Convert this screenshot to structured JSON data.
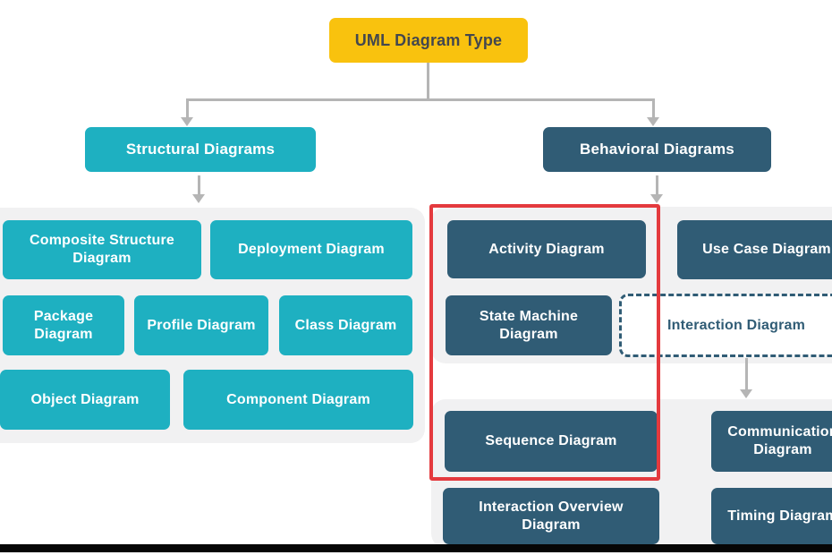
{
  "colors": {
    "root-fill": "#F9C20E",
    "root-text": "#43474E",
    "teal": "#1EB0C1",
    "dark": "#305C75",
    "panel": "#F1F1F2",
    "connector": "#B5B5B5",
    "highlight": "#E43A3E",
    "bar": "#060606"
  },
  "diagram": {
    "root": {
      "label": "UML Diagram Type"
    },
    "structural": {
      "label": "Structural Diagrams",
      "items": [
        {
          "label": "Composite Structure Diagram"
        },
        {
          "label": "Deployment Diagram"
        },
        {
          "label": "Package Diagram"
        },
        {
          "label": "Profile Diagram"
        },
        {
          "label": "Class Diagram"
        },
        {
          "label": "Object Diagram"
        },
        {
          "label": "Component Diagram"
        }
      ]
    },
    "behavioral": {
      "label": "Behavioral Diagrams",
      "items": [
        {
          "label": "Activity Diagram"
        },
        {
          "label": "Use Case Diagram"
        },
        {
          "label": "State Machine Diagram"
        },
        {
          "label": "Interaction Diagram"
        },
        {
          "label": "Sequence Diagram"
        },
        {
          "label": "Communication Diagram"
        },
        {
          "label": "Interaction Overview Diagram"
        },
        {
          "label": "Timing Diagram"
        }
      ]
    }
  }
}
